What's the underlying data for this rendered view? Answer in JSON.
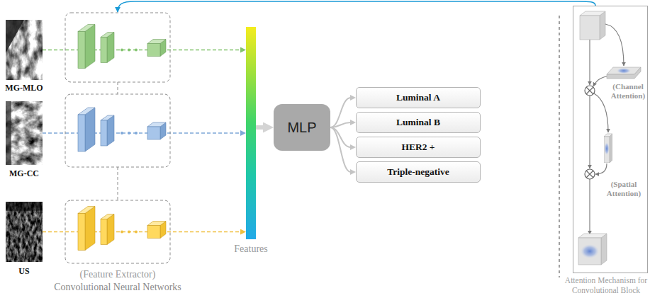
{
  "diagram": {
    "nodes": [
      {
        "text": [
          "MG-MLO"
        ]
      },
      {
        "text": [
          "MG-CC"
        ]
      },
      {
        "text": [
          "US"
        ]
      },
      {
        "text": [
          "Features"
        ]
      },
      {
        "text": [
          "MLP"
        ]
      },
      {
        "text": [
          "Luminal A"
        ]
      },
      {
        "text": [
          "Luminal B"
        ]
      },
      {
        "text": [
          "HER2 +"
        ]
      },
      {
        "text": [
          "Triple-negative"
        ]
      },
      {
        "text": [
          "Attention Mechanism for Convolutional Block"
        ]
      },
      {
        "text": [
          "(Channel Attention)"
        ],
        "in": 9
      },
      {
        "text": [
          "(Spatial Attention)"
        ],
        "in": 9
      }
    ],
    "edges": [
      {
        "from": 0,
        "to": 3,
        "arrow": "to"
      },
      {
        "from": 1,
        "to": 3,
        "arrow": "to"
      },
      {
        "from": 2,
        "to": 3,
        "arrow": "to"
      },
      {
        "from": 3,
        "to": 4,
        "arrow": "to"
      },
      {
        "from": 4,
        "to": 5,
        "arrow": "to"
      },
      {
        "from": 4,
        "to": 6,
        "arrow": "to"
      },
      {
        "from": 4,
        "to": 7,
        "arrow": "to"
      },
      {
        "from": 4,
        "to": 8,
        "arrow": "to"
      }
    ],
    "labels": [
      "(Feature Extractor)",
      "Convolutional Neural Networks"
    ]
  }
}
